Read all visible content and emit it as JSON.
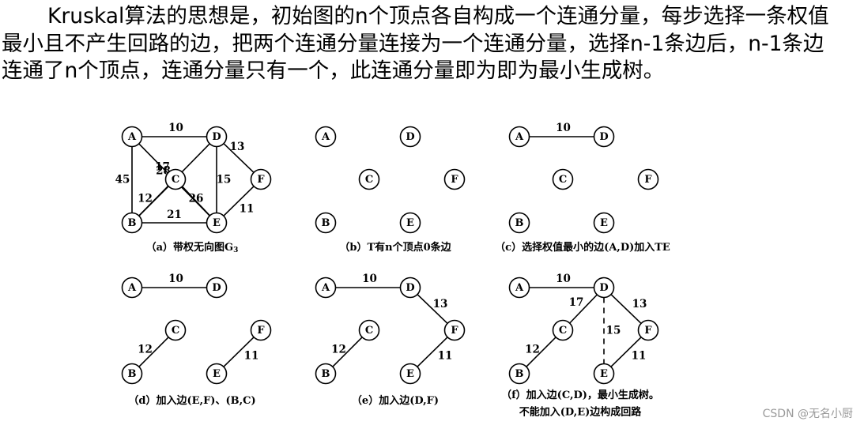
{
  "intro_text": "Kruskal算法的思想是，初始图的n个顶点各自构成一个连通分量，每步选择一条权值最小且不产生回路的边，把两个连通分量连接为一个连通分量，选择n-1条边后，n-1条边连通了n个顶点，连通分量只有一个，此连通分量即为即为最小生成树。",
  "panels": [
    {
      "id": "a",
      "caption": "（a）带权无向图G",
      "caption_sub": "3",
      "nodes": [
        "A",
        "B",
        "C",
        "D",
        "E",
        "F"
      ],
      "edges": [
        {
          "from": "A",
          "to": "D",
          "weight": "10"
        },
        {
          "from": "A",
          "to": "B",
          "weight": "45"
        },
        {
          "from": "A",
          "to": "E",
          "weight": "28"
        },
        {
          "from": "D",
          "to": "B",
          "weight": "17"
        },
        {
          "from": "D",
          "to": "F",
          "weight": "13"
        },
        {
          "from": "D",
          "to": "E",
          "weight": "15"
        },
        {
          "from": "B",
          "to": "C",
          "weight": "12"
        },
        {
          "from": "C",
          "to": "E",
          "weight": "26"
        },
        {
          "from": "B",
          "to": "E",
          "weight": "21"
        },
        {
          "from": "E",
          "to": "F",
          "weight": "11"
        }
      ]
    },
    {
      "id": "b",
      "caption": "（b）T有n个顶点0条边",
      "nodes": [
        "A",
        "B",
        "C",
        "D",
        "E",
        "F"
      ],
      "edges": []
    },
    {
      "id": "c",
      "caption": "（c）选择权值最小的边(A,D)加入TE",
      "nodes": [
        "A",
        "B",
        "C",
        "D",
        "E",
        "F"
      ],
      "edges": [
        {
          "from": "A",
          "to": "D",
          "weight": "10"
        }
      ]
    },
    {
      "id": "d",
      "caption": "（d）加入边(E,F)、(B,C)",
      "nodes": [
        "A",
        "B",
        "C",
        "D",
        "E",
        "F"
      ],
      "edges": [
        {
          "from": "A",
          "to": "D",
          "weight": "10"
        },
        {
          "from": "B",
          "to": "C",
          "weight": "12"
        },
        {
          "from": "E",
          "to": "F",
          "weight": "11"
        }
      ]
    },
    {
      "id": "e",
      "caption": "（e）加入边(D,F)",
      "nodes": [
        "A",
        "B",
        "C",
        "D",
        "E",
        "F"
      ],
      "edges": [
        {
          "from": "A",
          "to": "D",
          "weight": "10"
        },
        {
          "from": "D",
          "to": "F",
          "weight": "13"
        },
        {
          "from": "B",
          "to": "C",
          "weight": "12"
        },
        {
          "from": "E",
          "to": "F",
          "weight": "11"
        }
      ]
    },
    {
      "id": "f",
      "caption": "（f）加入边(C,D)，最小生成树。",
      "caption2": "不能加入(D,E)边构成回路",
      "nodes": [
        "A",
        "B",
        "C",
        "D",
        "E",
        "F"
      ],
      "edges": [
        {
          "from": "A",
          "to": "D",
          "weight": "10"
        },
        {
          "from": "C",
          "to": "D",
          "weight": "17"
        },
        {
          "from": "D",
          "to": "F",
          "weight": "13"
        },
        {
          "from": "D",
          "to": "E",
          "weight": "15",
          "style": "dashed"
        },
        {
          "from": "B",
          "to": "C",
          "weight": "12"
        },
        {
          "from": "E",
          "to": "F",
          "weight": "11"
        }
      ]
    }
  ],
  "watermark": "CSDN @无名小厨"
}
